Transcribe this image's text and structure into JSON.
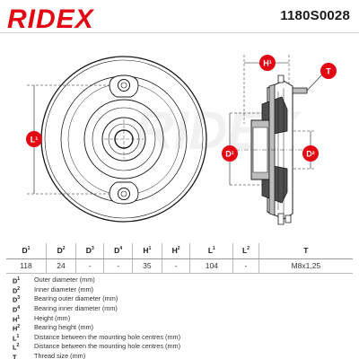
{
  "header": {
    "brand": "RIDEX",
    "part_number": "1180S0028"
  },
  "drawing": {
    "labels": {
      "h1": "H¹",
      "t": "T",
      "l1": "L¹",
      "d1": "D¹",
      "d2": "D²"
    },
    "colors": {
      "badge": "#e30613",
      "line": "#1a1a1a",
      "shade": "#bdbdbd",
      "dark": "#4d4d4d"
    }
  },
  "dimensions_table": {
    "headers": [
      {
        "sym": "D",
        "sup": "1"
      },
      {
        "sym": "D",
        "sup": "2"
      },
      {
        "sym": "D",
        "sup": "3"
      },
      {
        "sym": "D",
        "sup": "4"
      },
      {
        "sym": "H",
        "sup": "1"
      },
      {
        "sym": "H",
        "sup": "2"
      },
      {
        "sym": "L",
        "sup": "1"
      },
      {
        "sym": "L",
        "sup": "2"
      },
      {
        "sym": "T",
        "sup": ""
      }
    ],
    "values": [
      "118",
      "24",
      "-",
      "-",
      "35",
      "-",
      "104",
      "-",
      "M8x1,25"
    ]
  },
  "legend": [
    {
      "sym": "D",
      "sup": "1",
      "desc": "Outer diameter (mm)"
    },
    {
      "sym": "D",
      "sup": "2",
      "desc": "Inner diameter (mm)"
    },
    {
      "sym": "D",
      "sup": "3",
      "desc": "Bearing outer diameter (mm)"
    },
    {
      "sym": "D",
      "sup": "4",
      "desc": "Bearing inner diameter (mm)"
    },
    {
      "sym": "H",
      "sup": "1",
      "desc": "Height (mm)"
    },
    {
      "sym": "H",
      "sup": "2",
      "desc": "Bearing height (mm)"
    },
    {
      "sym": "L",
      "sup": "1",
      "desc": "Distance between the mounting hole centres (mm)"
    },
    {
      "sym": "L",
      "sup": "2",
      "desc": "Distance between the mounting hole centres (mm)"
    },
    {
      "sym": "T",
      "sup": "",
      "desc": "Thread size (mm)"
    }
  ]
}
